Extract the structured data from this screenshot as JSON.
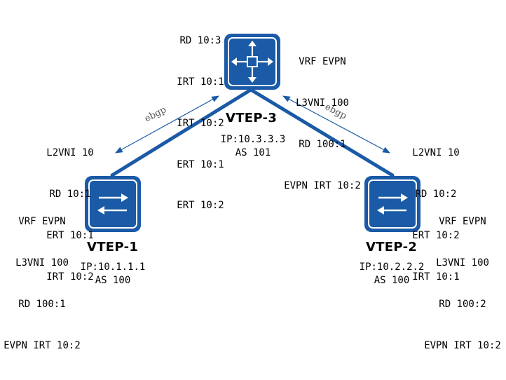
{
  "colors": {
    "node_fill": "#1a5aa6",
    "link": "#1a5aa6",
    "ebgp_arrow": "#1a5aa6",
    "text": "#000000"
  },
  "vtep3": {
    "name": "VTEP-3",
    "icon": "router-icon",
    "rt_lines": [
      "RD 10:3",
      "IRT 10:1",
      "IRT 10:2",
      "ERT 10:1",
      "ERT 10:2"
    ],
    "vrf_lines": [
      "VRF EVPN",
      "L3VNI 100",
      "RD 100:1",
      "EVPN IRT 10:2"
    ],
    "ip": "IP:10.3.3.3",
    "as": "AS 101"
  },
  "vtep1": {
    "name": "VTEP-1",
    "icon": "switch-icon",
    "l2_lines": [
      "L2VNI 10",
      "RD 10:1",
      "ERT 10:1",
      "IRT 10:2"
    ],
    "vrf_lines": [
      "VRF EVPN",
      "L3VNI 100",
      "RD 100:1",
      "EVPN IRT 10:2"
    ],
    "ip": "IP:10.1.1.1",
    "as": "AS 100"
  },
  "vtep2": {
    "name": "VTEP-2",
    "icon": "switch-icon",
    "l2_lines": [
      "L2VNI 10",
      "RD 10:2",
      "ERT 10:2",
      "IRT 10:1"
    ],
    "vrf_lines": [
      "VRF EVPN",
      "L3VNI 100",
      "RD 100:2",
      "EVPN IRT 10:2"
    ],
    "ip": "IP:10.2.2.2",
    "as": "AS 100"
  },
  "links": {
    "left_label": "ebgp",
    "right_label": "ebgp"
  }
}
